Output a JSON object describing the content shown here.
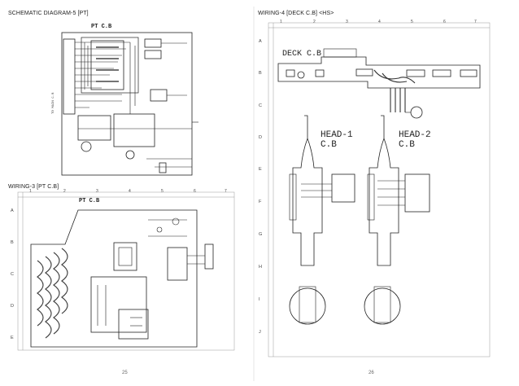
{
  "left": {
    "schematic_title": "SCHEMATIC DIAGRAM-5 [PT]",
    "schematic_board": "PT C.B",
    "wiring3_title": "WIRING-3 [PT C.B]",
    "wiring3_board": "PT C.B",
    "page_number": "25",
    "columns": [
      "1",
      "2",
      "3",
      "4",
      "5",
      "6",
      "7"
    ],
    "rows": [
      "A",
      "B",
      "C",
      "D",
      "E"
    ]
  },
  "right": {
    "wiring4_title": "WIRING-4 [DECK C.B] <HS>",
    "deck_label": "DECK C.B",
    "head1_label_1": "HEAD-1",
    "head1_label_2": "C.B",
    "head2_label_1": "HEAD-2",
    "head2_label_2": "C.B",
    "page_number": "26",
    "columns": [
      "1",
      "2",
      "3",
      "4",
      "5",
      "6",
      "7"
    ],
    "rows": [
      "A",
      "B",
      "C",
      "D",
      "E",
      "F",
      "G",
      "H",
      "I",
      "J"
    ]
  }
}
